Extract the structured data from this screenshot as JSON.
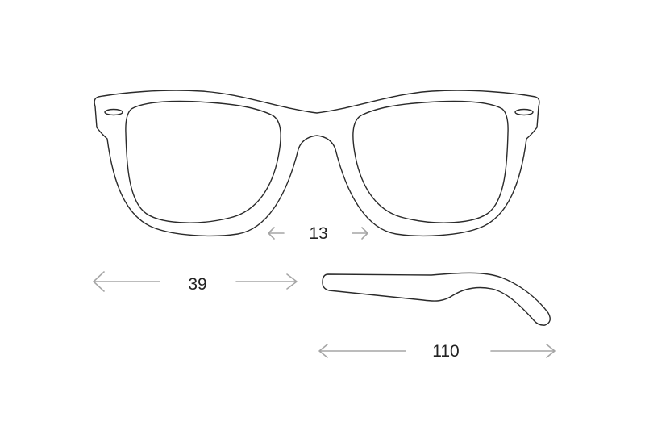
{
  "dimensions": {
    "bridge_width": {
      "value": "13",
      "unit": ""
    },
    "lens_width": {
      "value": "39",
      "unit": ""
    },
    "temple_length": {
      "value": "110",
      "unit": ""
    }
  },
  "colors": {
    "line_art": "#2a2a2a",
    "arrows": "#a6a6a6",
    "text": "#222222",
    "background": "#ffffff"
  }
}
